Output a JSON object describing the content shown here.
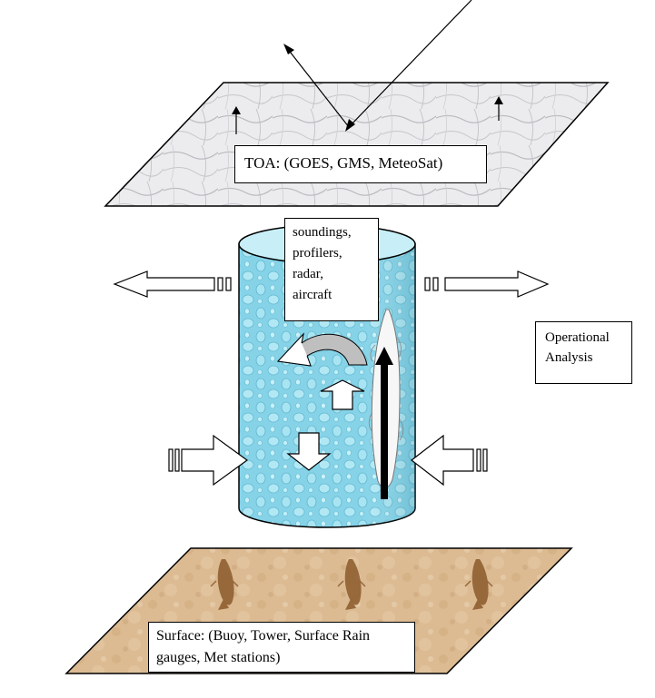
{
  "toa": {
    "label": "TOA: (GOES, GMS, MeteoSat)"
  },
  "column": {
    "lines": [
      "soundings,",
      "profilers,",
      "radar,",
      "aircraft"
    ]
  },
  "analysis": {
    "lines": [
      "Operational",
      "Analysis"
    ]
  },
  "surface": {
    "lines": [
      "Surface: (Buoy, Tower, Surface Rain",
      "gauges, Met stations)"
    ]
  },
  "colors": {
    "toa_texture": "#d9d9dc",
    "column_water": "#7fd0e6",
    "column_top": "#c8eff7",
    "surface_texture": "#d8b48a",
    "fish": "#8b5a2b",
    "outline": "#000000"
  }
}
